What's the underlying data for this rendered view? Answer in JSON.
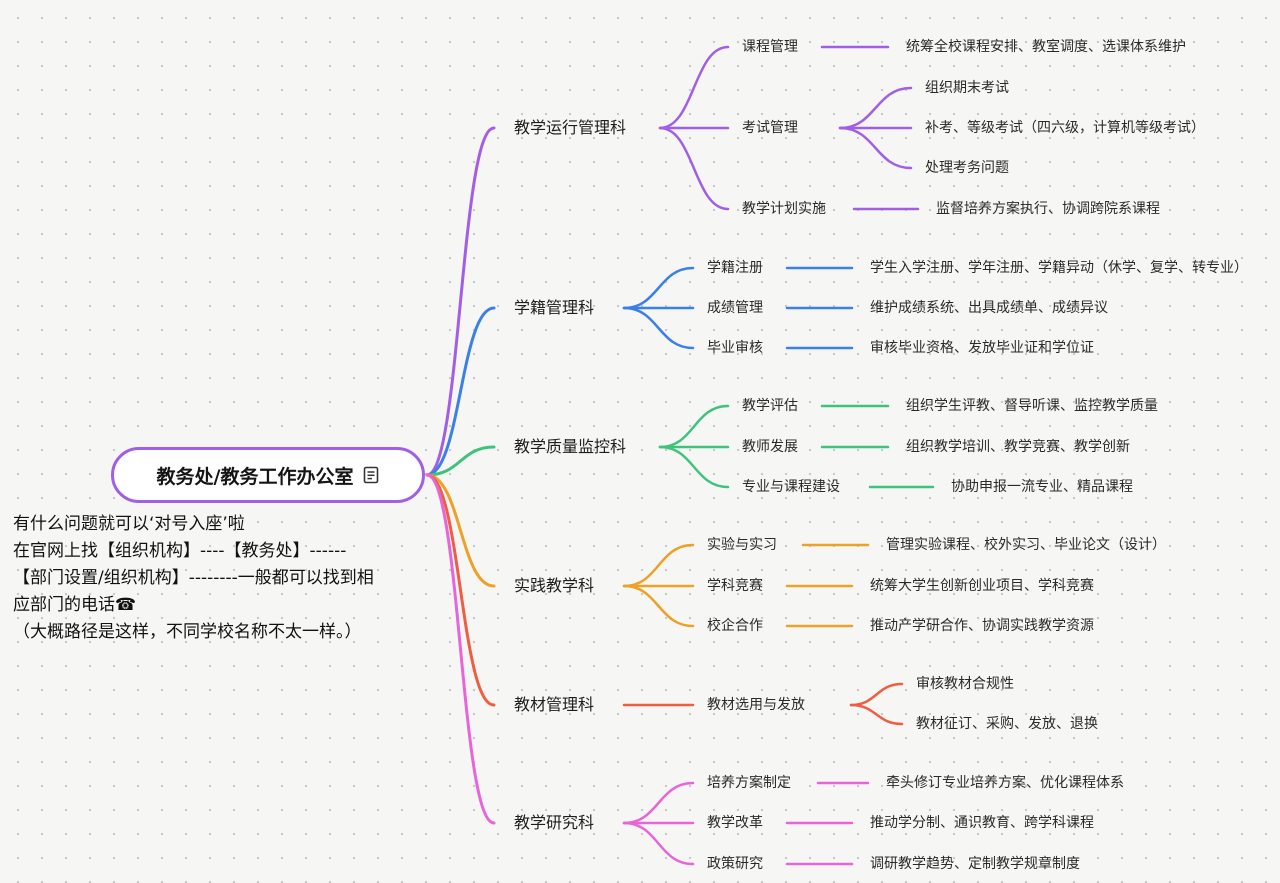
{
  "root": {
    "title": "教务处/教务工作办公室",
    "icon": "note-icon"
  },
  "note": {
    "lines": [
      "有什么问题就可以‘对号入座’啦",
      "在官网上找【组织机构】----【教务处】------",
      "【部门设置/组织机构】--------一般都可以找到相",
      "应部门的电话☎",
      "（大概路径是这样，不同学校名称不太一样。）"
    ]
  },
  "departments": [
    {
      "name": "教学运行管理科",
      "color": "#a35ee6",
      "items": [
        {
          "name": "课程管理",
          "details": [
            "统筹全校课程安排、教室调度、选课体系维护"
          ]
        },
        {
          "name": "考试管理",
          "details": [
            "组织期末考试",
            "补考、等级考试（四六级，计算机等级考试）",
            "处理考务问题"
          ]
        },
        {
          "name": "教学计划实施",
          "details": [
            "监督培养方案执行、协调跨院系课程"
          ]
        }
      ]
    },
    {
      "name": "学籍管理科",
      "color": "#3b7fe8",
      "items": [
        {
          "name": "学籍注册",
          "details": [
            "学生入学注册、学年注册、学籍异动（休学、复学、转专业）"
          ]
        },
        {
          "name": "成绩管理",
          "details": [
            "维护成绩系统、出具成绩单、成绩异议"
          ]
        },
        {
          "name": "毕业审核",
          "details": [
            "审核毕业资格、发放毕业证和学位证"
          ]
        }
      ]
    },
    {
      "name": "教学质量监控科",
      "color": "#3fc37c",
      "items": [
        {
          "name": "教学评估",
          "details": [
            "组织学生评教、督导听课、监控教学质量"
          ]
        },
        {
          "name": "教师发展",
          "details": [
            "组织教学培训、教学竞赛、教学创新"
          ]
        },
        {
          "name": "专业与课程建设",
          "details": [
            "协助申报一流专业、精品课程"
          ]
        }
      ]
    },
    {
      "name": "实践教学科",
      "color": "#eda127",
      "items": [
        {
          "name": "实验与实习",
          "details": [
            "管理实验课程、校外实习、毕业论文（设计）"
          ]
        },
        {
          "name": "学科竞赛",
          "details": [
            "统筹大学生创新创业项目、学科竞赛"
          ]
        },
        {
          "name": "校企合作",
          "details": [
            "推动产学研合作、协调实践教学资源"
          ]
        }
      ]
    },
    {
      "name": "教材管理科",
      "color": "#ef5d43",
      "items": [
        {
          "name": "教材选用与发放",
          "details": [
            "审核教材合规性",
            "教材征订、采购、发放、退换"
          ]
        }
      ]
    },
    {
      "name": "教学研究科",
      "color": "#e865d7",
      "items": [
        {
          "name": "培养方案制定",
          "details": [
            "牵头修订专业培养方案、优化课程体系"
          ]
        },
        {
          "name": "教学改革",
          "details": [
            "推动学分制、通识教育、跨学科课程"
          ]
        },
        {
          "name": "政策研究",
          "details": [
            "调研教学趋势、定制教学规章制度"
          ]
        }
      ]
    }
  ]
}
